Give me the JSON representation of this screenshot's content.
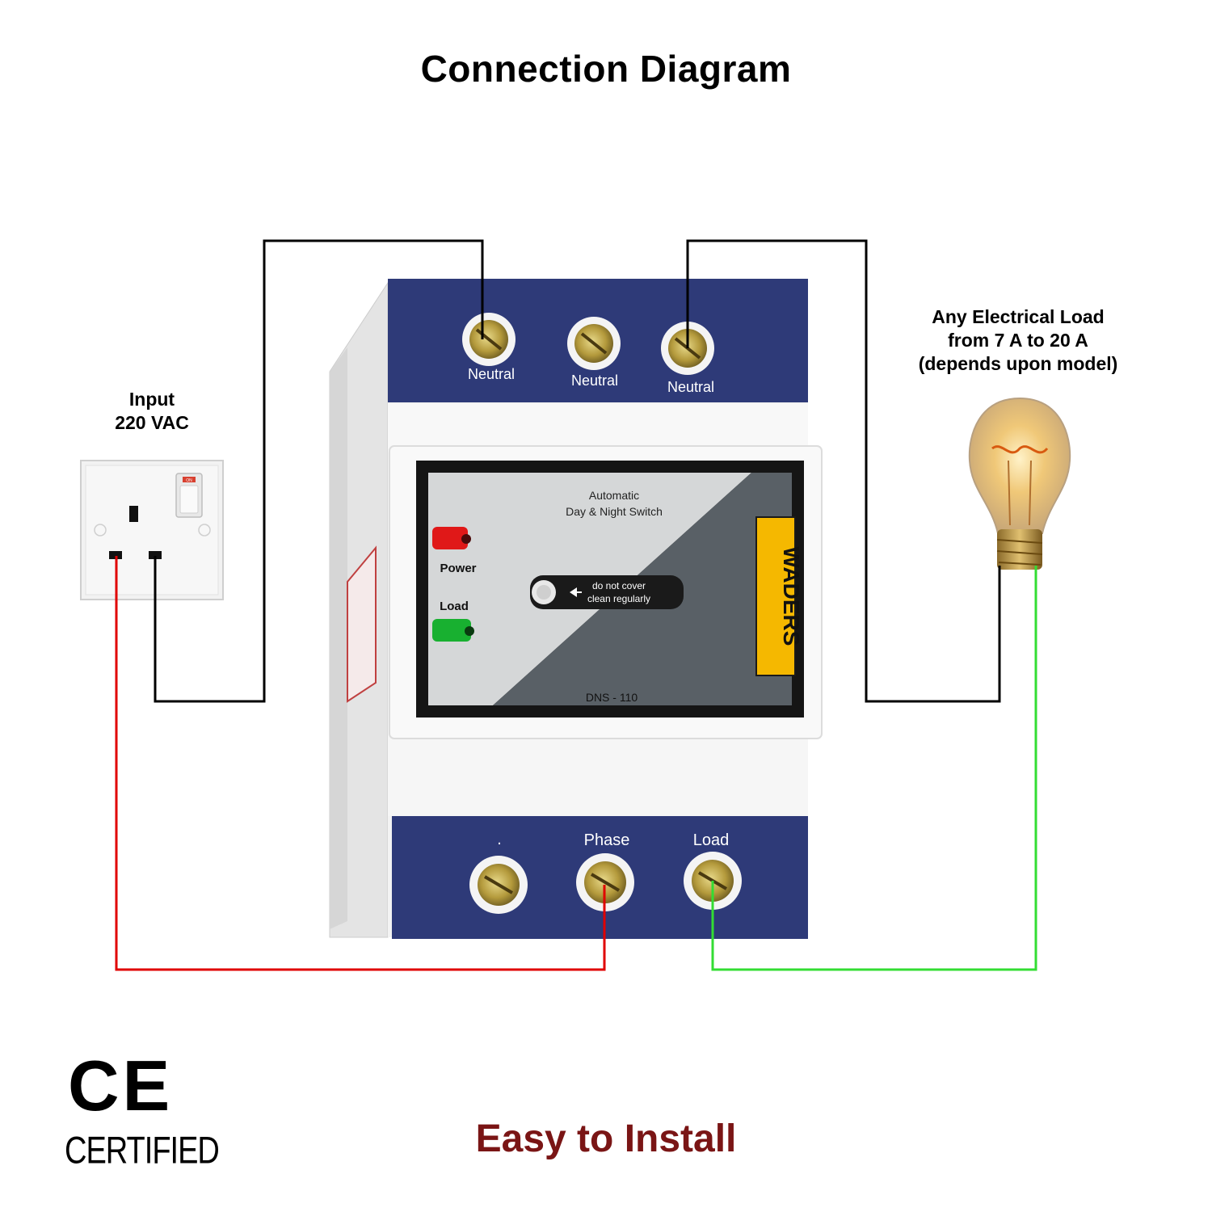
{
  "title": "Connection Diagram",
  "input": {
    "line1": "Input",
    "line2": "220 VAC"
  },
  "load": {
    "line1": "Any Electrical Load",
    "line2": "from 7 A to 20 A",
    "line3": "(depends upon model)"
  },
  "device": {
    "top_terminals": [
      "Neutral",
      "Neutral",
      "Neutral"
    ],
    "bottom_terminals": [
      ".",
      "Phase",
      "Load"
    ],
    "panel_title_line1": "Automatic",
    "panel_title_line2": "Day & Night Switch",
    "led_power": "Power",
    "led_load": "Load",
    "sensor_line1": "do not cover",
    "sensor_line2": "clean regularly",
    "brand": "WADERS",
    "model": "DNS - 110"
  },
  "socket": {
    "switch_label": "ON"
  },
  "cert": {
    "mark": "CE",
    "text": "CERTIFIED"
  },
  "footer": "Easy to Install",
  "colors": {
    "phase_wire": "#e00000",
    "load_wire": "#33dd33",
    "neutral_wire": "#000000",
    "terminal_blue": "#2e3a78",
    "footer_text": "#7a1515"
  }
}
